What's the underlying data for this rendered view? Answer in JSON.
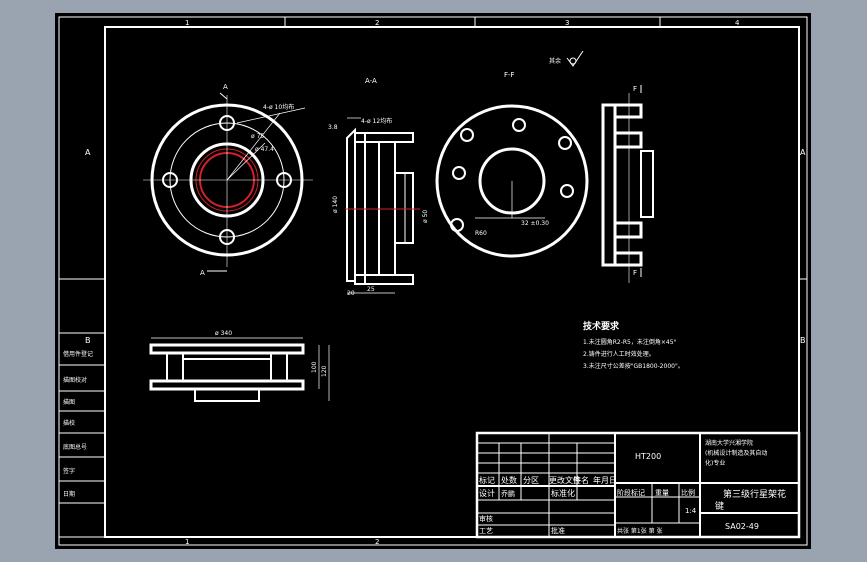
{
  "views": {
    "section_aa": "A-A",
    "section_ff": "F-F",
    "marker_a": "A",
    "marker_f": "F"
  },
  "dimensions": {
    "holes": "4-ø 10均布",
    "d1": "ø 75",
    "d2": "ø 47.4",
    "chamfer": "3.8",
    "thread": "4-ø 12均布",
    "od": "ø 140",
    "bore": "ø 50",
    "w20": "20",
    "w25": "25",
    "r60": "R60",
    "keyway": "32 ±0.30",
    "d340": "ø 340",
    "h100": "100",
    "h120": "120"
  },
  "roughness": "其余",
  "tech_req": {
    "title": "技术要求",
    "items": [
      "1.未注圆角R2-R5，未注倒角×45°",
      "2.铸件进行人工时效处理。",
      "3.未注尺寸公差按\"GB1800-2000\"。"
    ]
  },
  "left_column": [
    "借用件登记",
    "描图校对",
    "描图",
    "描校",
    "底图总号",
    "签字",
    "日期"
  ],
  "title_block": {
    "material": "HT200",
    "school": [
      "湖南大学兴湘学院",
      "(机械设计制造及其自动",
      "化)专业"
    ],
    "part_name": [
      "第三级行星架花",
      "键"
    ],
    "drawing_no": "SA02-49",
    "header_row": [
      "标记",
      "处数",
      "分区",
      "更改文件",
      "签名",
      "年月日"
    ],
    "design_label": "设计",
    "designer": "乔鹏",
    "standardize_label": "标准化",
    "review_label": "审核",
    "process_label": "工艺",
    "approve_label": "批准",
    "stage_mark": "阶段标记",
    "weight": "重量",
    "scale": "比例",
    "scale_value": "1:4",
    "sheets": "共张  第1张  第  张"
  },
  "grid": {
    "rows": [
      "A",
      "B"
    ],
    "cols": [
      "1",
      "2",
      "3",
      "4"
    ]
  }
}
